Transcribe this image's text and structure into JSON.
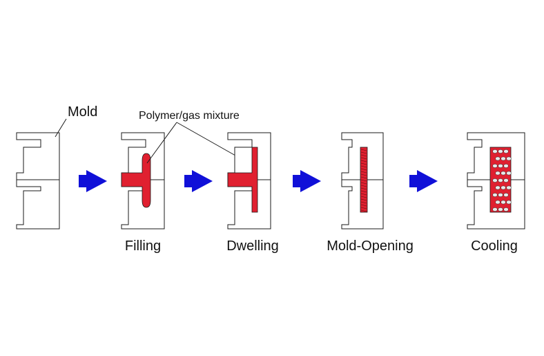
{
  "labels": {
    "mold": "Mold",
    "mixture": "Polymer/gas mixture",
    "filling": "Filling",
    "dwelling": "Dwelling",
    "opening": "Mold-Opening",
    "cooling": "Cooling"
  },
  "colors": {
    "polymer": "#e02030",
    "arrow": "#1010d8",
    "outline": "#1a1a1a"
  }
}
